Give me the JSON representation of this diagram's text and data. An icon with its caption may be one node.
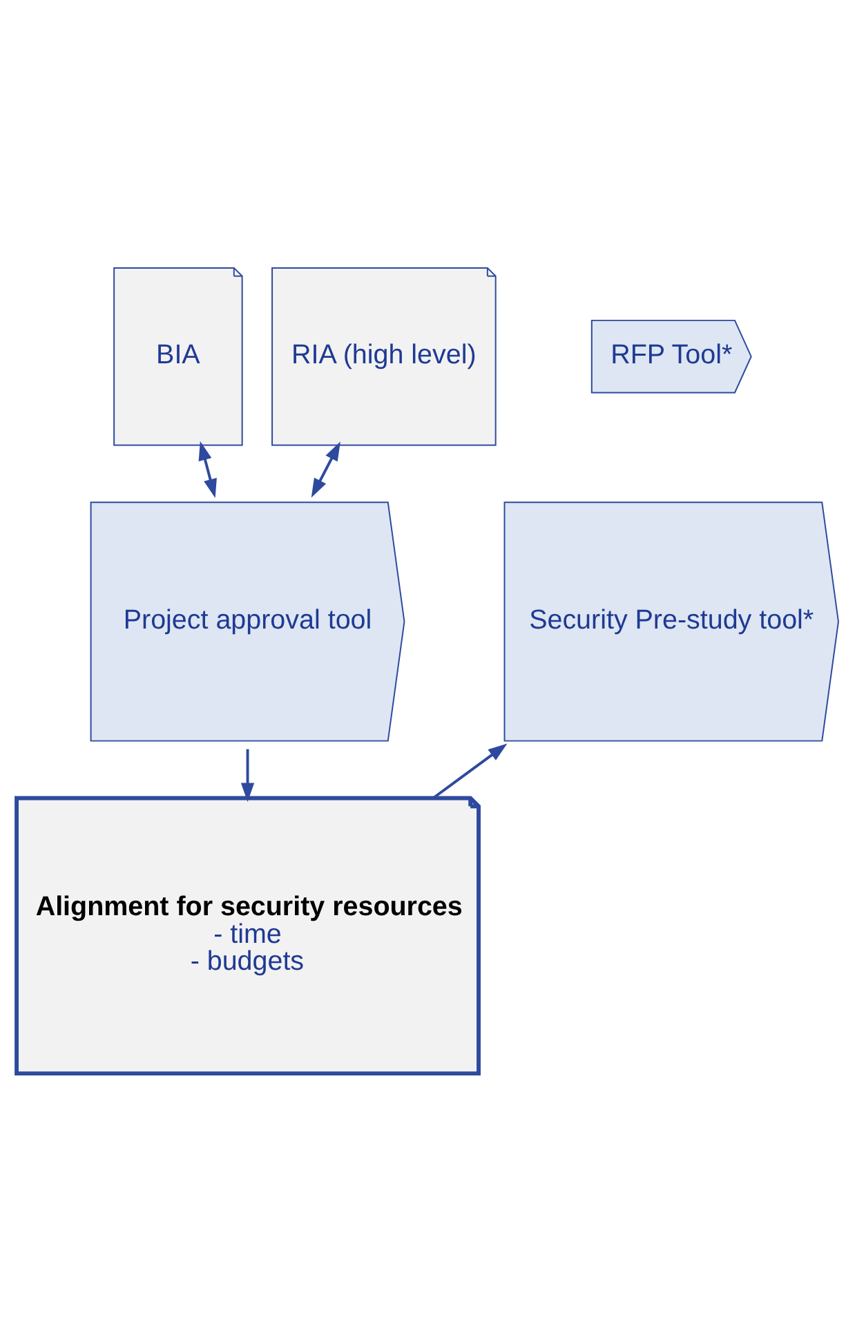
{
  "diagram": {
    "nodes": [
      {
        "text": [
          "BIA"
        ]
      },
      {
        "text": [
          "RIA (high level)"
        ]
      },
      {
        "text": [
          "RFP Tool*"
        ]
      },
      {
        "text": [
          "Project approval tool"
        ]
      },
      {
        "text": [
          "Security Pre-study tool*"
        ]
      },
      {
        "text": [
          "Alignment for security resources",
          "- time",
          "- budgets"
        ]
      }
    ],
    "edges": [
      {
        "from": 0,
        "to": 3,
        "arrow": "both"
      },
      {
        "from": 1,
        "to": 3,
        "arrow": "both"
      },
      {
        "from": 3,
        "to": 5,
        "arrow": "to"
      },
      {
        "from": 5,
        "to": 4,
        "arrow": "to"
      }
    ]
  }
}
